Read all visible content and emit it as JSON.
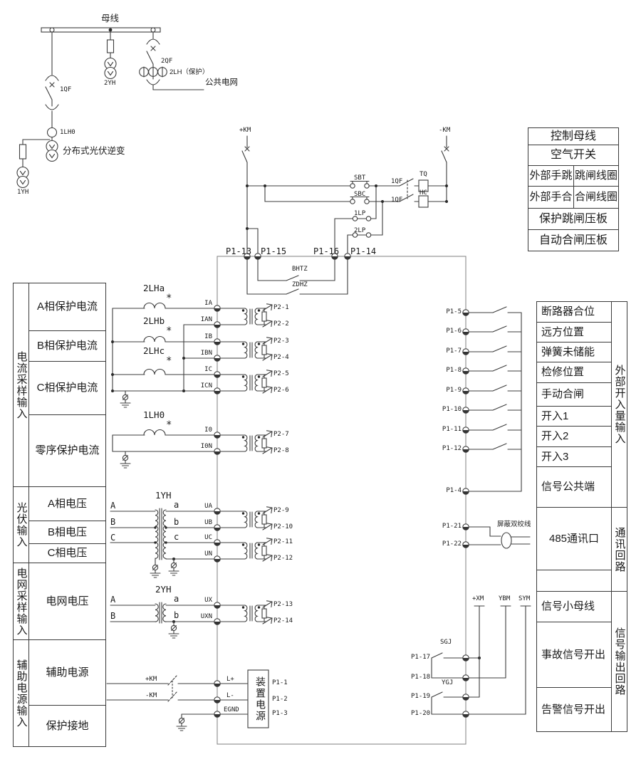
{
  "single_line": {
    "bus": "母线",
    "qf1": "1QF",
    "yh2": "2YH",
    "qf2": "2QF",
    "ct2": "2LH（保护）",
    "grid": "公共电网",
    "ct0": "1LH0",
    "inverter": "分布式光伏逆变",
    "yh1": "1YH"
  },
  "control": {
    "plus_km": "+KM",
    "minus_km": "-KM",
    "sbt": "SBT",
    "sbc": "SBC",
    "qf_t": "1QF",
    "qf_c": "1QF",
    "tq": "TQ",
    "hc": "HC",
    "lp1": "1LP",
    "lp2": "2LP",
    "bhtz": "BHTZ",
    "zdhz": "ZDHZ",
    "p1_13": "P1-13",
    "p1_15": "P1-15",
    "p1_16": "P1-16",
    "p1_14": "P1-14"
  },
  "legend": {
    "r1": "控制母线",
    "r2": "空气开关",
    "r3a": "外部手跳",
    "r3b": "跳闸线圈",
    "r4a": "外部手合",
    "r4b": "合闸线圈",
    "r5": "保护跳闸压板",
    "r6": "自动合闸压板"
  },
  "input_table": {
    "sections": [
      {
        "group": "电流采样输入",
        "rows": [
          "A相保护电流",
          "B相保护电流",
          "C相保护电流",
          "零序保护电流"
        ]
      },
      {
        "group": "光伏输入",
        "rows": [
          "A相电压",
          "B相电压",
          "C相电压"
        ]
      },
      {
        "group": "电网采样输入",
        "rows": [
          "电网电压"
        ]
      },
      {
        "group": "辅助电源输入",
        "rows": [
          "辅助电源",
          "保护接地"
        ]
      }
    ]
  },
  "ct": {
    "a": "2LHa",
    "b": "2LHb",
    "c": "2LHc",
    "zero": "1LH0",
    "star": "*"
  },
  "vt": {
    "yh1": "1YH",
    "yh2": "2YH",
    "pa": "A",
    "pb": "B",
    "pc": "C",
    "sa": "a",
    "sb": "b",
    "sc": "c"
  },
  "pins": {
    "ia": "IA",
    "ian": "IAN",
    "ib": "IB",
    "ibn": "IBN",
    "ic": "IC",
    "icn": "ICN",
    "i0": "I0",
    "i0n": "I0N",
    "ua": "UA",
    "ub": "UB",
    "uc": "UC",
    "un": "UN",
    "ux": "UX",
    "uxn": "UXN",
    "lplus": "L+",
    "lminus": "L-",
    "egnd": "EGND"
  },
  "p2": [
    "P2-1",
    "P2-2",
    "P2-3",
    "P2-4",
    "P2-5",
    "P2-6",
    "P2-7",
    "P2-8",
    "P2-9",
    "P2-10",
    "P2-11",
    "P2-12",
    "P2-13",
    "P2-14"
  ],
  "psu": {
    "plus": "+KM",
    "minus": "-KM",
    "name": "装置电源",
    "pin1": "P1-1",
    "pin2": "P1-2",
    "pin3": "P1-3"
  },
  "di": {
    "pins": [
      "P1-5",
      "P1-6",
      "P1-7",
      "P1-8",
      "P1-9",
      "P1-10",
      "P1-11",
      "P1-12"
    ],
    "common": "P1-4",
    "rows": [
      "断路器合位",
      "远方位置",
      "弹簧未储能",
      "检修位置",
      "手动合闸",
      "开入1",
      "开入2",
      "开入3",
      "信号公共端"
    ],
    "group": "外部开入量输入"
  },
  "comm": {
    "p21": "P1-21",
    "p22": "P1-22",
    "shield": "屏蔽双绞线",
    "port": "485通讯口",
    "group": "通讯回路"
  },
  "dout": {
    "xm": "+XM",
    "ybm": "YBM",
    "sym": "SYM",
    "sgj": "SGJ",
    "ygj": "YGJ",
    "p17": "P1-17",
    "p18": "P1-18",
    "p19": "P1-19",
    "p20": "P1-20",
    "rows": [
      "信号小母线",
      "事故信号开出",
      "告警信号开出"
    ],
    "group": "信号输出回路"
  }
}
